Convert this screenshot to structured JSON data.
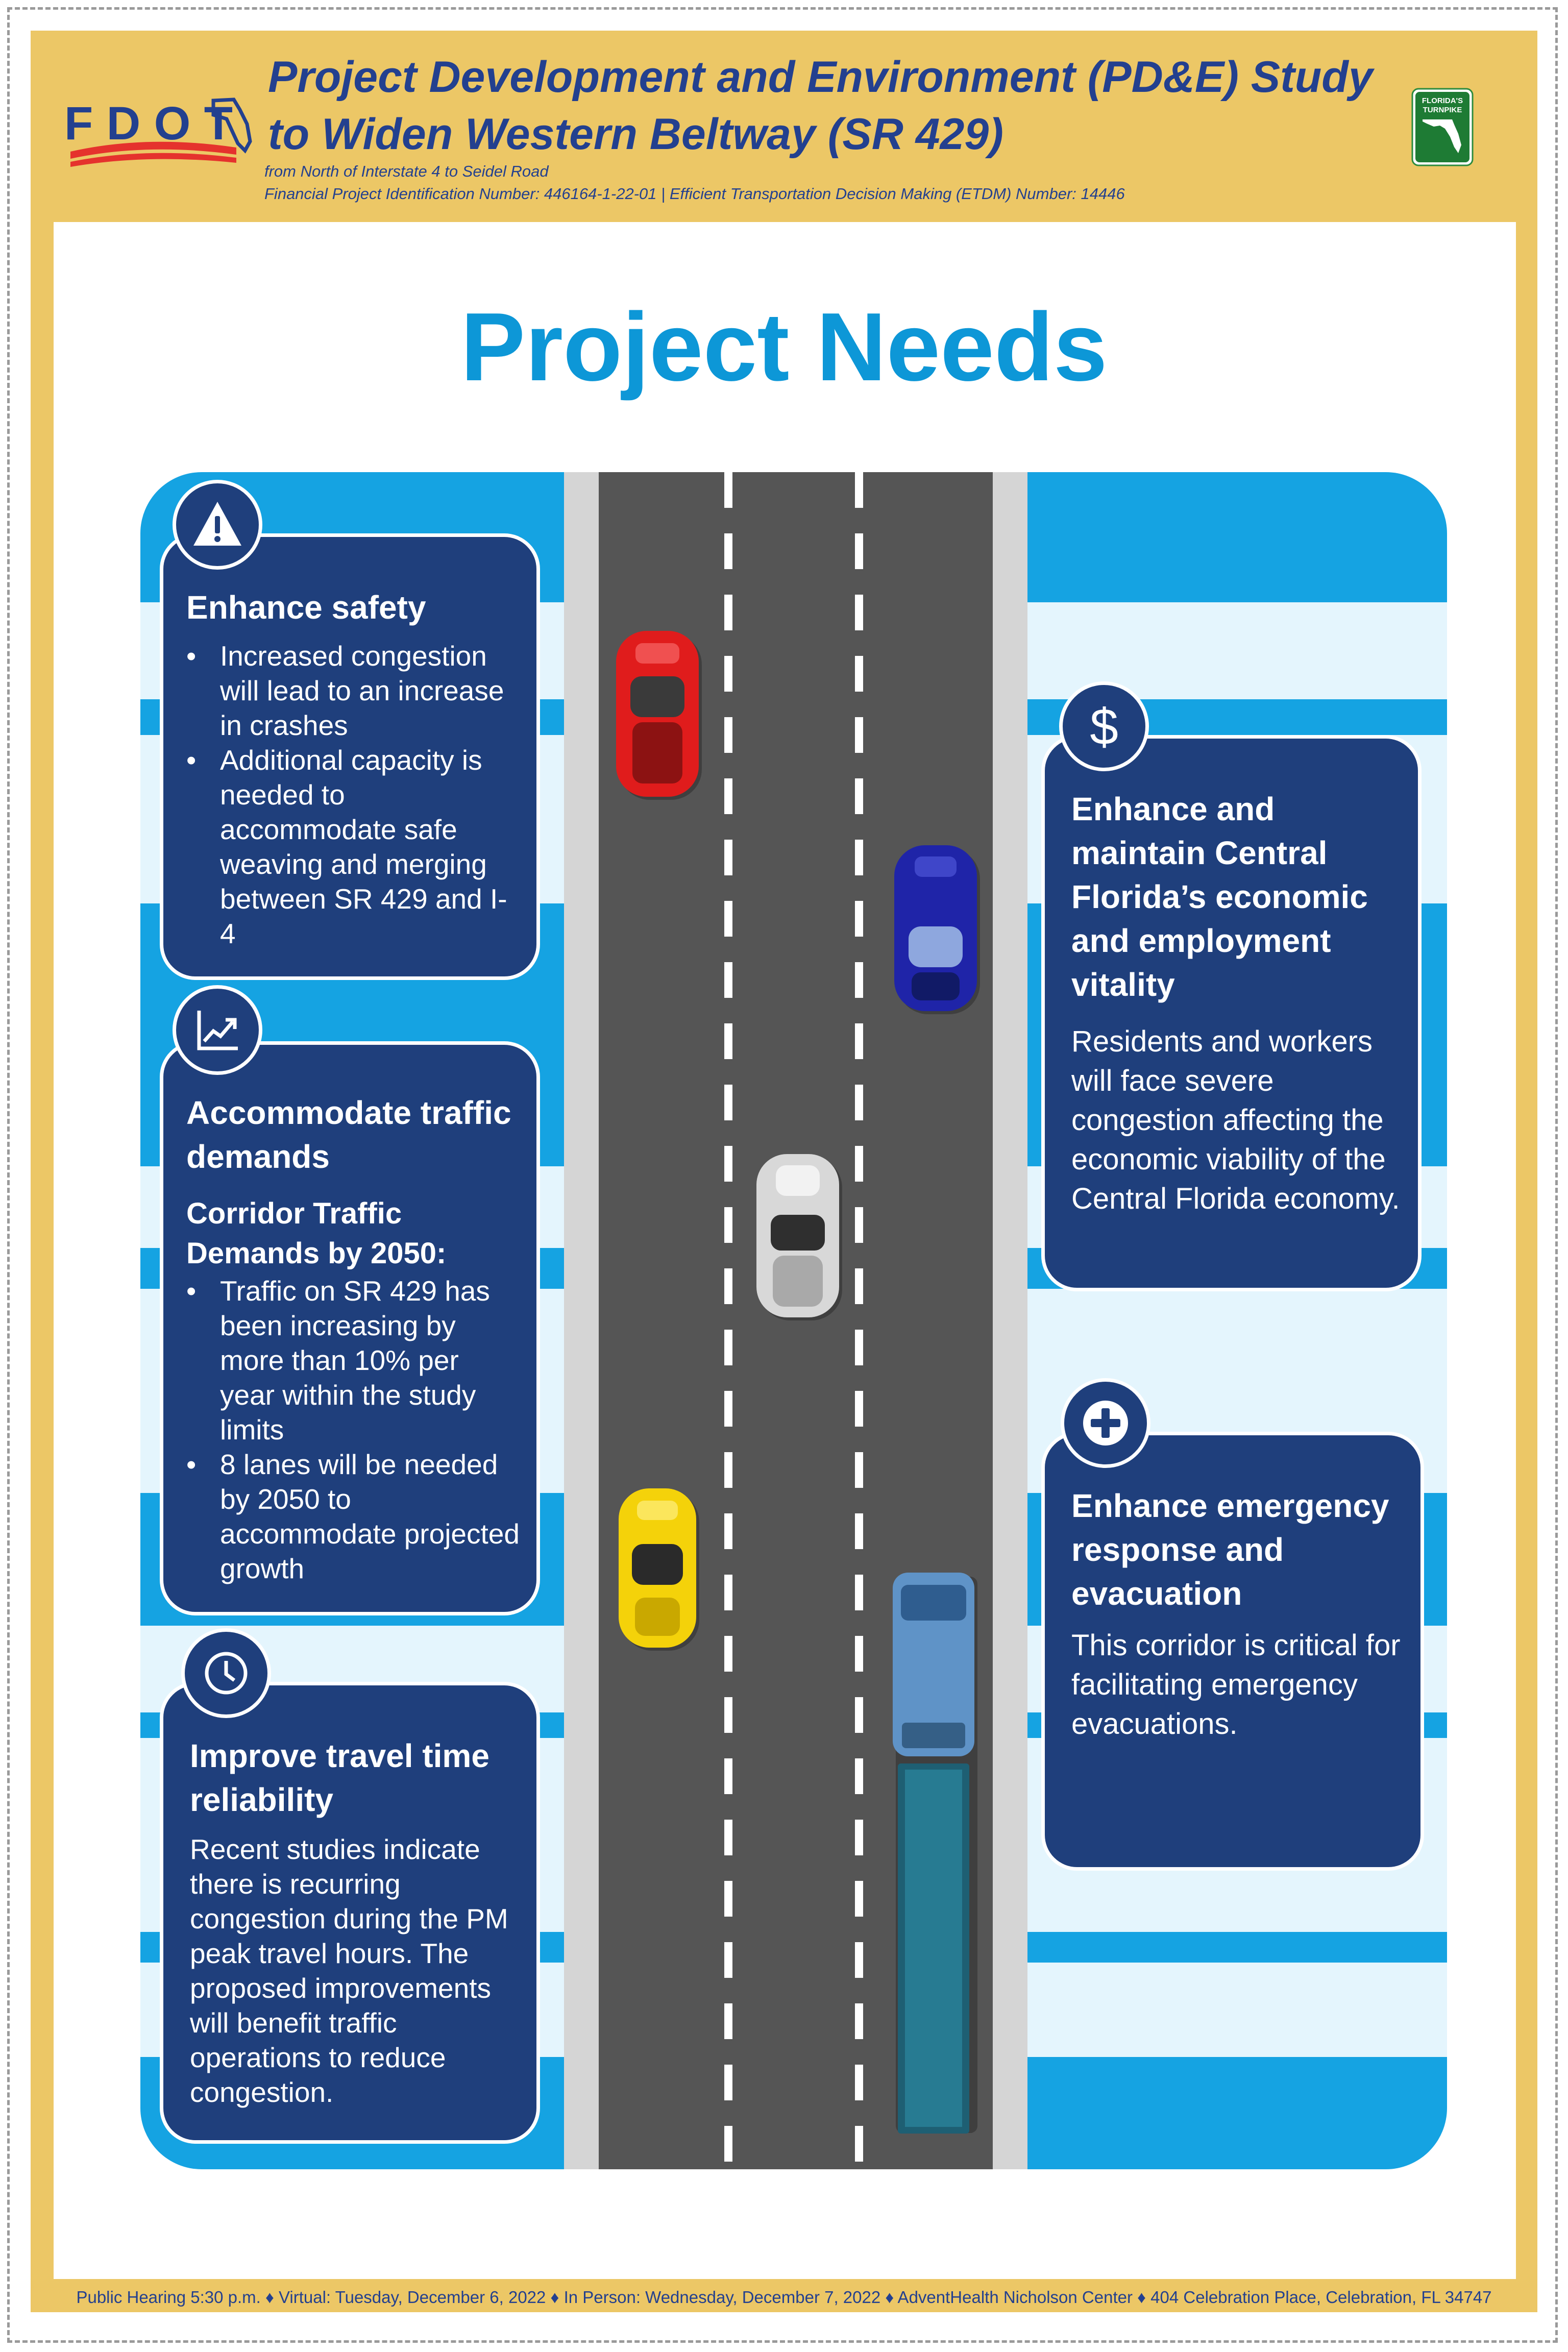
{
  "header": {
    "logo_text": "FDOT",
    "title_line1": "Project Development and Environment (PD&E) Study",
    "title_line2": "to Widen Western Beltway (SR 429)",
    "limits": "from North of Interstate 4 to Seidel Road",
    "identifiers": "Financial Project Identification Number: 446164-1-22-01 |  Efficient Transportation Decision Making (ETDM) Number: 14446",
    "turnpike_line1": "FLORIDA'S",
    "turnpike_line2": "TURNPIKE"
  },
  "heading": "Project Needs",
  "colors": {
    "navy": "#1f3f7c",
    "heading_blue": "#0d97d7",
    "sky": "#15a3e2",
    "gold": "#ecc766"
  },
  "needs": {
    "safety": {
      "icon": "warning-icon",
      "title": "Enhance safety",
      "bullets": [
        "Increased congestion will lead to an increase in crashes",
        "Additional capacity is needed to accommodate safe weaving and merging between SR 429 and I-4"
      ]
    },
    "traffic": {
      "icon": "trend-chart-icon",
      "title": "Accommodate traffic demands",
      "subtitle": "Corridor Traffic Demands by 2050:",
      "bullets": [
        "Traffic on SR 429 has been increasing by more than 10% per year within the study limits",
        "8 lanes will be needed by 2050 to accommodate projected growth"
      ]
    },
    "reliability": {
      "icon": "clock-icon",
      "title": "Improve travel time reliability",
      "body": "Recent studies indicate there is recurring congestion during the PM peak travel hours. The proposed improvements will benefit traffic operations to reduce congestion."
    },
    "economic": {
      "icon": "dollar-icon",
      "title": "Enhance and maintain Central Florida’s economic and employment vitality",
      "body": "Residents and workers will face severe congestion affecting the economic viability of the Central Florida economy."
    },
    "emergency": {
      "icon": "plus-icon",
      "title": "Enhance emergency response and evacuation",
      "body": "This corridor is critical for facilitating emergency evacuations."
    }
  },
  "footer": "Public Hearing 5:30 p.m. ♦ Virtual: Tuesday, December 6, 2022 ♦ In Person: Wednesday, December 7, 2022 ♦  AdventHealth Nicholson Center ♦ 404 Celebration Place, Celebration, FL 34747"
}
